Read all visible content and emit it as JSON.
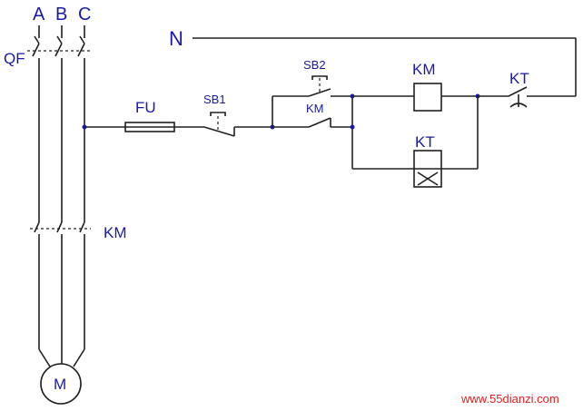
{
  "phases": [
    "A",
    "B",
    "C"
  ],
  "neutral": "N",
  "breaker": "QF",
  "fuse": "FU",
  "stop_button": "SB1",
  "start_button": "SB2",
  "contactor_aux": "KM",
  "contactor_coil": "KM",
  "timer_coil": "KT",
  "timer_contact": "KT",
  "main_contacts": "KM",
  "motor": "M",
  "watermark": "www.55dianzi.com"
}
